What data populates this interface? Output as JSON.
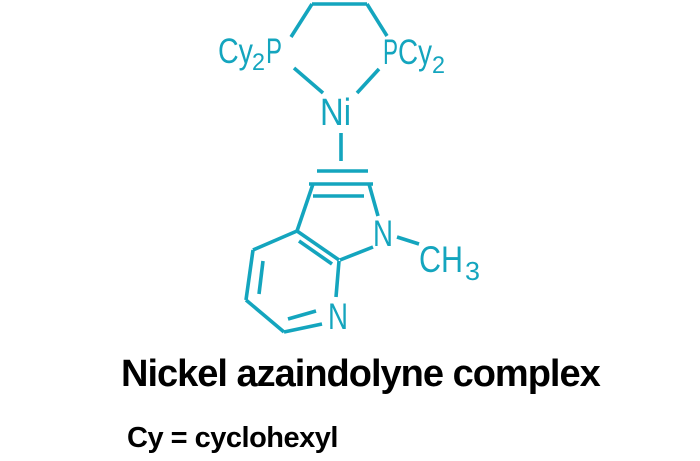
{
  "figure": {
    "background_color": "#ffffff",
    "structure_color": "#14a5be",
    "caption_color": "#000000"
  },
  "molecule": {
    "description": "dcpe-nickel eta-2 azaindolyne complex structural drawing",
    "atoms": {
      "cy_left": "Cy",
      "cy_left_sub": "2",
      "p_left": "P",
      "p_right": "P",
      "cy_right": "Cy",
      "cy_right_sub": "2",
      "nickel": "Ni",
      "n_pyrrole": "N",
      "n_pyridine": "N",
      "methyl": "CH",
      "methyl_sub": "3"
    }
  },
  "caption": {
    "title": "Nickel azaindolyne complex",
    "legend": "Cy = cyclohexyl"
  }
}
